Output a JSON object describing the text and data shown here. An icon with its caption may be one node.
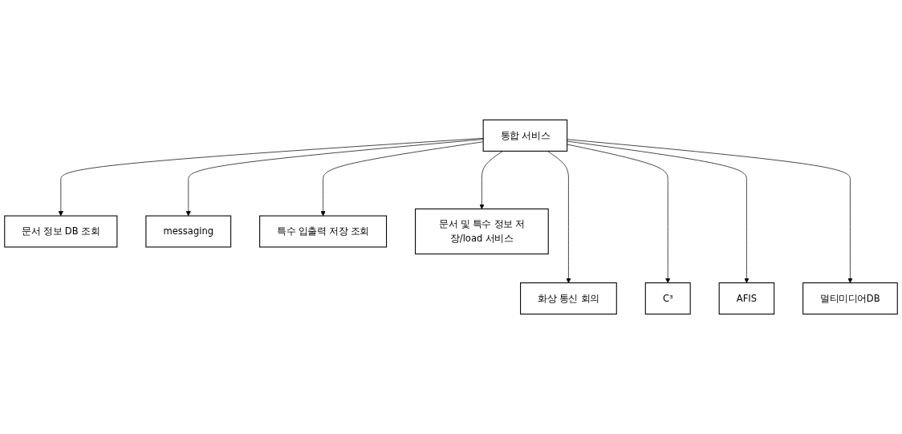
{
  "diagram": {
    "nodes": [
      {
        "text": [
          "통합 서비스"
        ]
      },
      {
        "text": [
          "문서 정보 DB 조회"
        ]
      },
      {
        "text": [
          "messaging"
        ]
      },
      {
        "text": [
          "특수 입출력 저장 조회"
        ]
      },
      {
        "text": [
          "문서 및 특수 정보 저장/load 서비스"
        ]
      },
      {
        "text": [
          "화상 통신 회의"
        ]
      },
      {
        "text": [
          "C³"
        ]
      },
      {
        "text": [
          "AFIS"
        ]
      },
      {
        "text": [
          "멀티미디어DB"
        ]
      }
    ],
    "edges": [
      {
        "from": 0,
        "to": 5,
        "arrow": "to"
      },
      {
        "from": 0,
        "to": 1,
        "arrow": "to"
      },
      {
        "from": 0,
        "to": 6,
        "arrow": "to"
      },
      {
        "from": 0,
        "to": 2,
        "arrow": "to"
      },
      {
        "from": 0,
        "to": 7,
        "arrow": "to"
      },
      {
        "from": 0,
        "to": 3,
        "arrow": "to"
      },
      {
        "from": 0,
        "to": 8,
        "arrow": "to"
      },
      {
        "from": 0,
        "to": 4,
        "arrow": "to"
      }
    ]
  }
}
